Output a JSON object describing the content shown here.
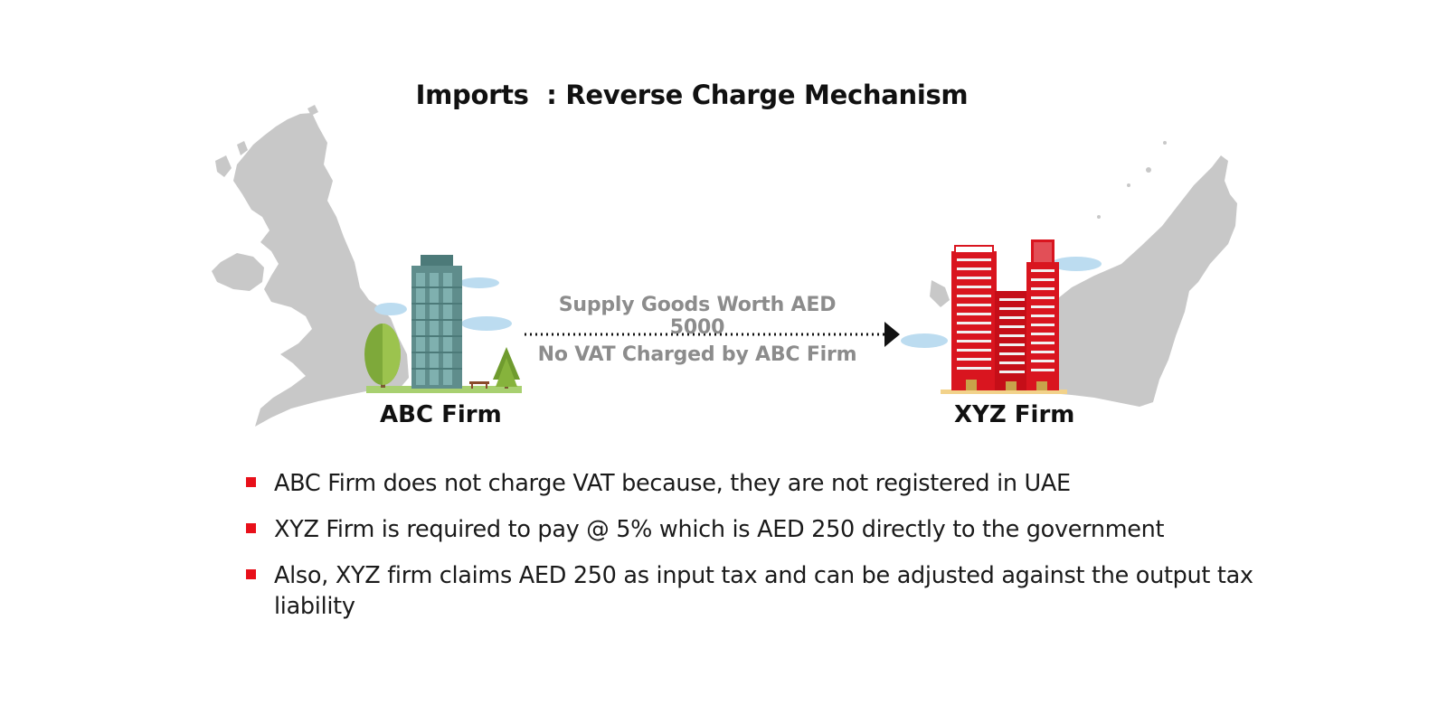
{
  "title": "Imports  : Reverse Charge Mechanism",
  "flow": {
    "top_label": "Supply Goods Worth AED 5000",
    "bottom_label": "No VAT Charged by ABC Firm"
  },
  "firms": {
    "source": "ABC Firm",
    "destination": "XYZ Firm"
  },
  "bullets": [
    "ABC Firm does not charge VAT because, they are not registered in UAE",
    "XYZ Firm is required to pay @ 5% which is AED 250 directly to the government",
    "Also, XYZ firm claims AED 250 as input tax and can be adjusted against the output tax liability"
  ],
  "colors": {
    "bullet_marker": "#e8101a",
    "map": "#c8c8c8",
    "flow_text": "#8c8c8c",
    "source_building": "#5f8d8c",
    "destination_building": "#d9151f"
  },
  "icons": {
    "source_map": "uk-map-icon",
    "destination_map": "uae-map-icon",
    "source_building": "office-tower-icon",
    "destination_building": "red-buildings-icon",
    "arrow": "arrow-right-icon"
  }
}
